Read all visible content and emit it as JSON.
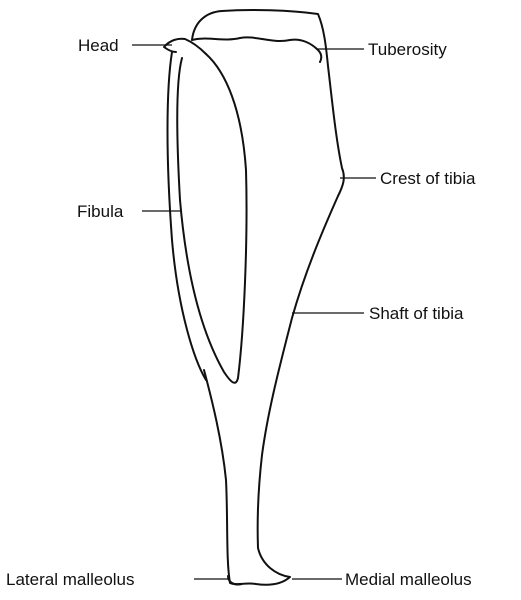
{
  "labels": {
    "head": "Head",
    "tuberosity": "Tuberosity",
    "crest_of_tibia": "Crest of tibia",
    "fibula": "Fibula",
    "shaft_of_tibia": "Shaft of tibia",
    "lateral_malleolus": "Lateral malleolus",
    "medial_malleolus": "Medial malleolus"
  },
  "colors": {
    "line": "#111111",
    "background": "#ffffff"
  }
}
